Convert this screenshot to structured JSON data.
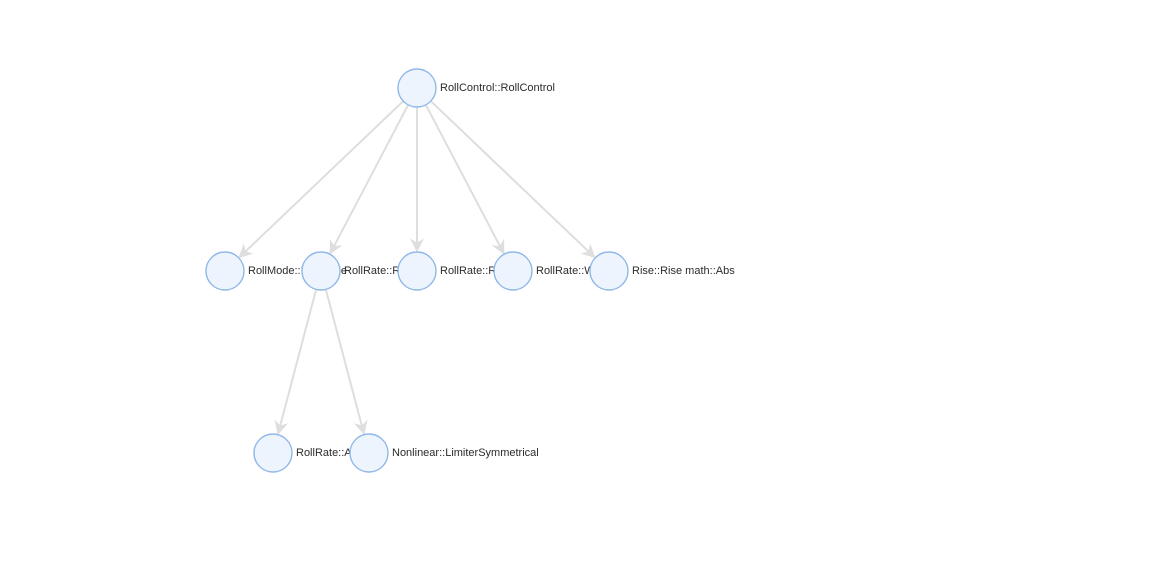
{
  "diagram": {
    "type": "tree",
    "colors": {
      "node_fill": "#eef4fd",
      "node_stroke": "#8fb8ea",
      "edge": "#dedede",
      "label": "#2b2b2b"
    },
    "nodes": [
      {
        "id": "root",
        "label": "RollControl::RollControl"
      },
      {
        "id": "mode",
        "label": "RollMode::RollMode"
      },
      {
        "id": "rate",
        "label": "RollRate::RollRate"
      },
      {
        "id": "rate2",
        "label": "RollRate::RollRate"
      },
      {
        "id": "warn",
        "label": "RollRate::Warning"
      },
      {
        "id": "abs",
        "label": "Rise::Rise math::Abs"
      },
      {
        "id": "aux",
        "label": "RollRate::Aux"
      },
      {
        "id": "lim",
        "label": "Nonlinear::LimiterSymmetrical"
      }
    ],
    "edges": [
      {
        "from": "root",
        "to": "mode"
      },
      {
        "from": "root",
        "to": "rate"
      },
      {
        "from": "root",
        "to": "rate2"
      },
      {
        "from": "root",
        "to": "warn"
      },
      {
        "from": "root",
        "to": "abs"
      },
      {
        "from": "rate",
        "to": "aux"
      },
      {
        "from": "rate",
        "to": "lim"
      }
    ]
  }
}
